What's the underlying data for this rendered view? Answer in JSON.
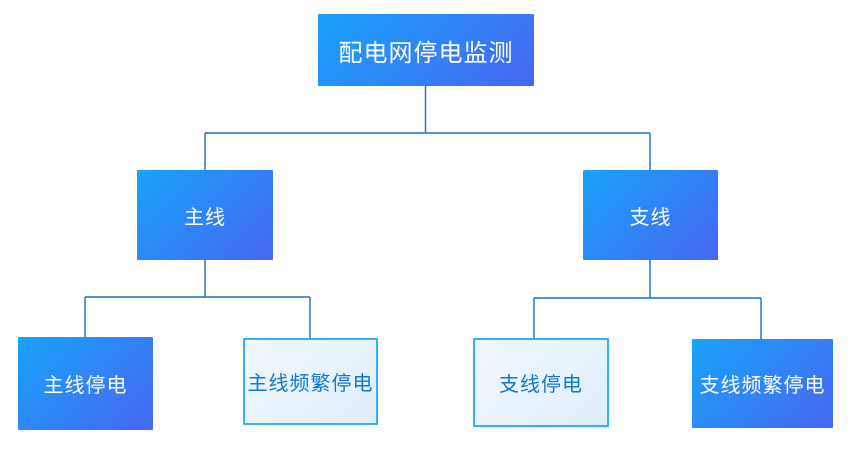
{
  "diagram": {
    "title": "配电网停电监测",
    "colors": {
      "node_gradient_start": "#18a3fa",
      "node_gradient_end": "#4866f2",
      "light_fill": "#e0eefb",
      "light_border": "#35aff5",
      "light_text": "#1278ca",
      "connector": "#1b6ec2"
    },
    "nodes": [
      {
        "id": "root",
        "label": "配电网停电监测",
        "variant": "solid",
        "parent": null
      },
      {
        "id": "main-line",
        "label": "主线",
        "variant": "solid",
        "parent": "root"
      },
      {
        "id": "branch-line",
        "label": "支线",
        "variant": "solid",
        "parent": "root"
      },
      {
        "id": "main-line-outage",
        "label": "主线停电",
        "variant": "solid",
        "parent": "main-line"
      },
      {
        "id": "main-line-frequent-outage",
        "label": "主线频繁停电",
        "variant": "outline",
        "parent": "main-line"
      },
      {
        "id": "branch-line-outage",
        "label": "支线停电",
        "variant": "outline",
        "parent": "branch-line"
      },
      {
        "id": "branch-line-frequent-outage",
        "label": "支线频繁停电",
        "variant": "solid",
        "parent": "branch-line"
      }
    ]
  }
}
